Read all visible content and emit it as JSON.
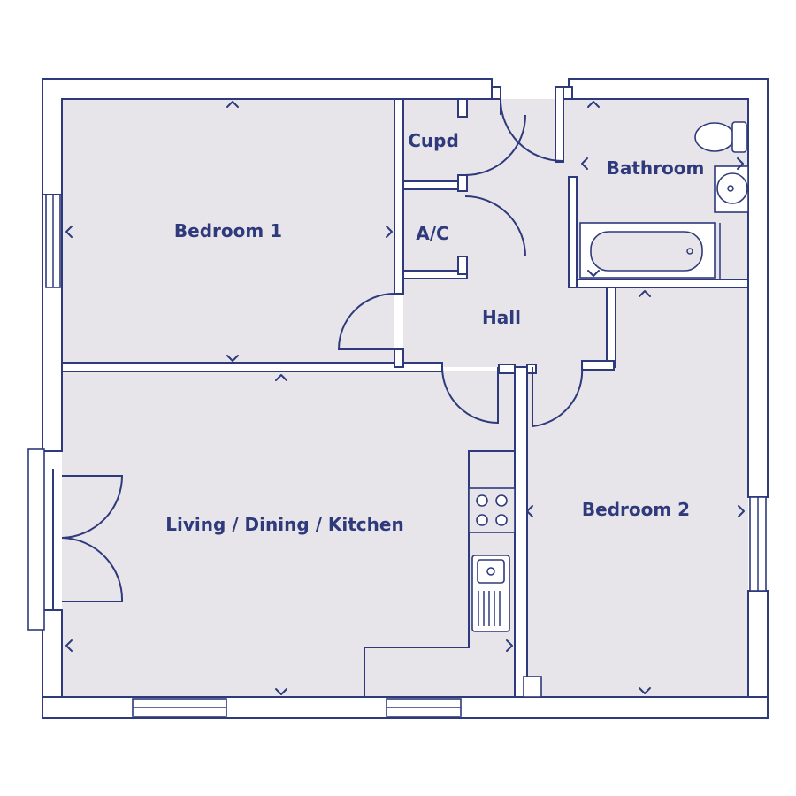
{
  "colors": {
    "wall_line": "#2e3a7c",
    "floor": "#e7e5e9",
    "background": "#ffffff"
  },
  "rooms": {
    "bedroom1": "Bedroom 1",
    "cupd": "Cupd",
    "ac": "A/C",
    "bathroom": "Bathroom",
    "hall": "Hall",
    "living": "Living / Dining / Kitchen",
    "bedroom2": "Bedroom 2"
  }
}
